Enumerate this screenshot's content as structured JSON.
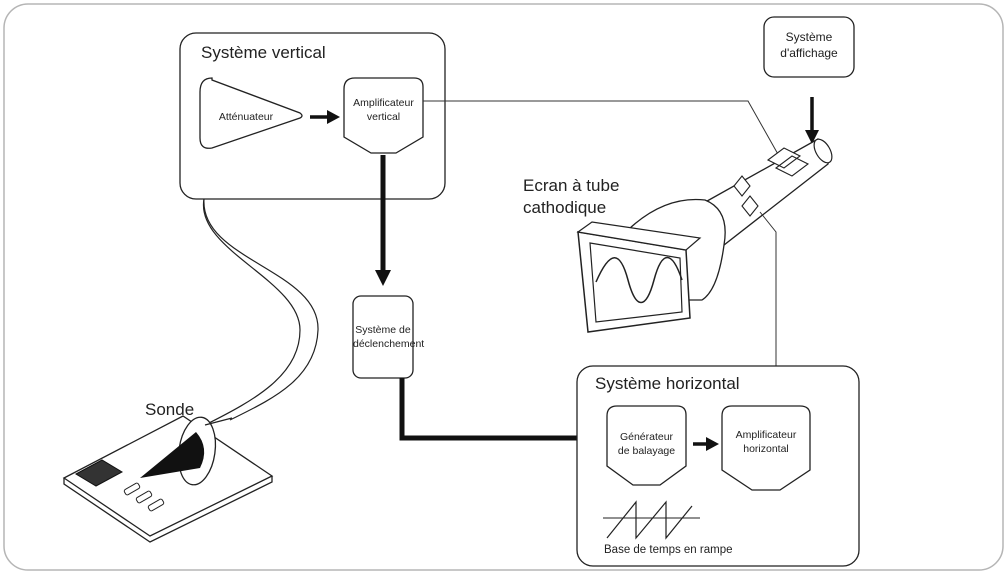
{
  "vertical_system": {
    "title": "Système vertical",
    "attenuator": "Atténuateur",
    "amp_line1": "Amplificateur",
    "amp_line2": "vertical"
  },
  "display_system": {
    "line1": "Système",
    "line2": "d'affichage"
  },
  "crt": {
    "line1": "Ecran à tube",
    "line2": "cathodique"
  },
  "trigger": {
    "line1": "Système de",
    "line2": "déclenchement"
  },
  "horizontal_system": {
    "title": "Système horizontal",
    "sweep_line1": "Générateur",
    "sweep_line2": "de balayage",
    "amp_line1": "Amplificateur",
    "amp_line2": "horizontal",
    "ramp_label": "Base de temps en rampe"
  },
  "probe": {
    "label": "Sonde"
  }
}
